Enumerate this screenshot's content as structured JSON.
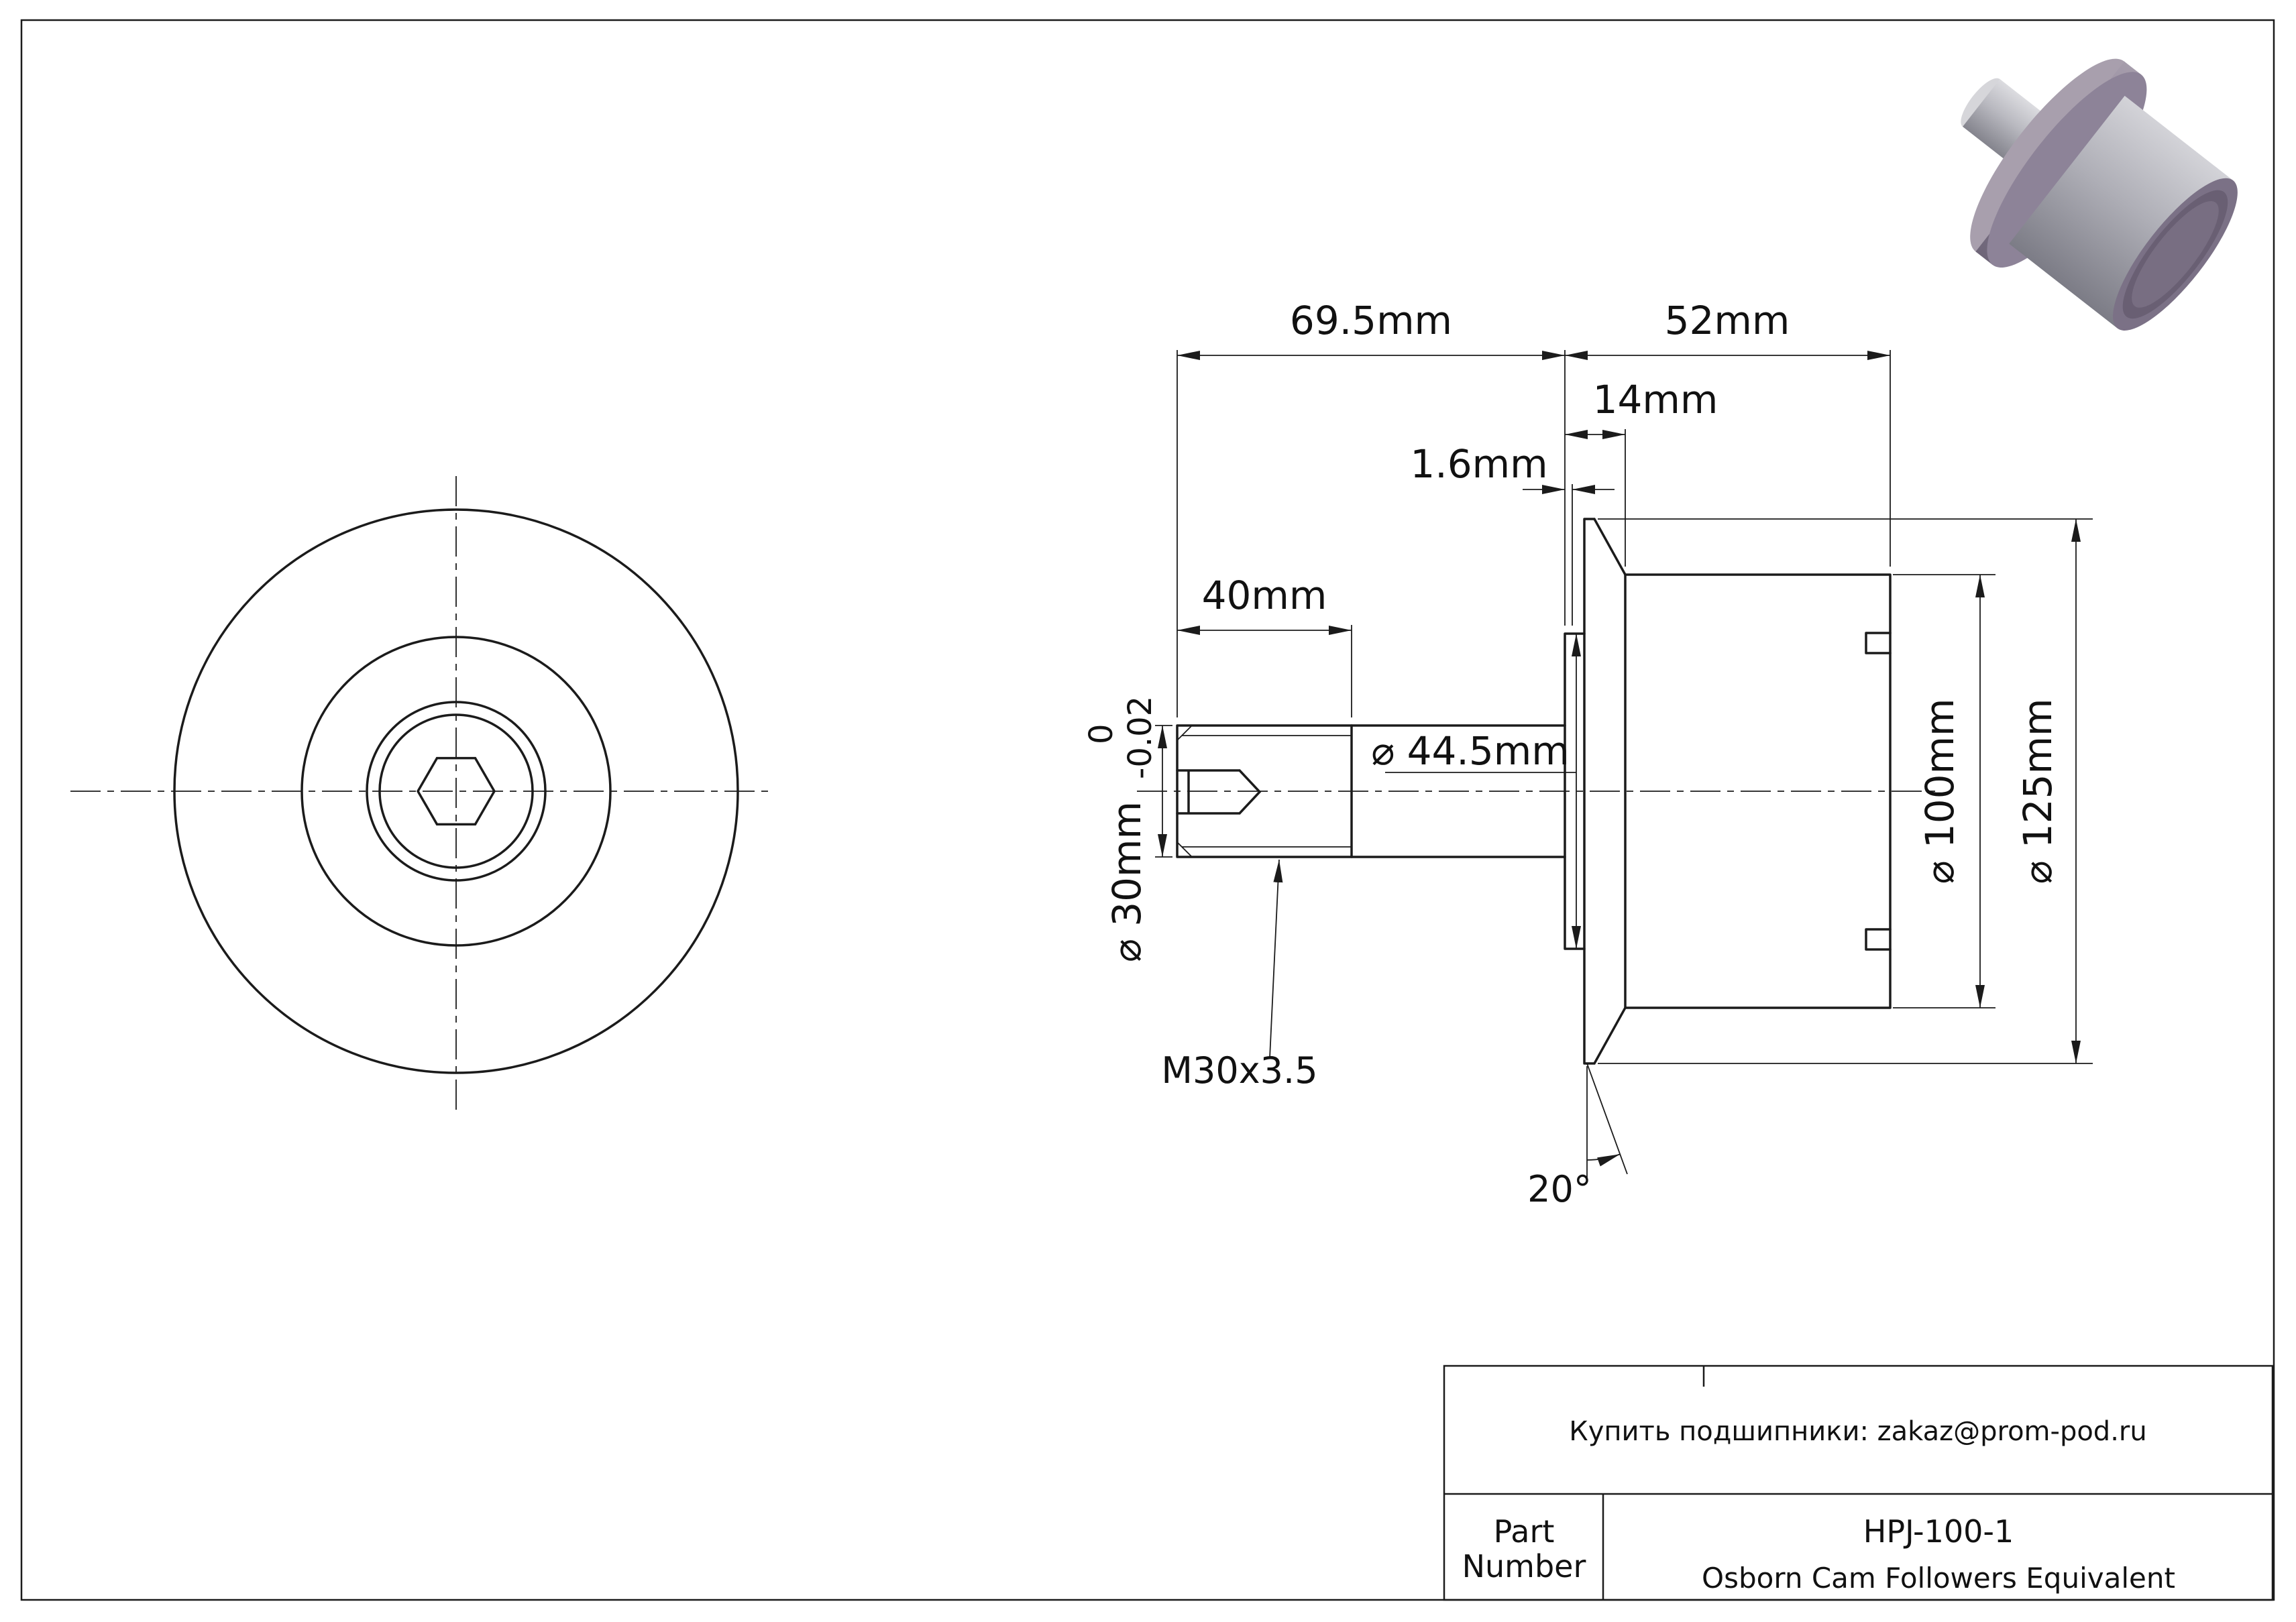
{
  "meta": {
    "background": "#ffffff",
    "line_color": "#1b1b1b"
  },
  "dimensions": {
    "stud_length": "69.5mm",
    "roller_width": "52mm",
    "flange_width": "14mm",
    "washer_offset": "1.6mm",
    "thread_length": "40mm",
    "stud_diameter": "⌀ 30mm",
    "stud_tolerance_upper": "0",
    "stud_tolerance_lower": "-0.02",
    "collar_diameter": "⌀ 44.5mm",
    "roller_diameter": "⌀ 100mm",
    "flange_diameter": "⌀ 125mm",
    "thread_spec": "M30x3.5",
    "chamfer_angle": "20°"
  },
  "render_colors": {
    "stud": "#c9c9cf",
    "flange": "#8d8398",
    "roller_body": "#b8b8bf",
    "roller_face": "#6f6579"
  },
  "title_block": {
    "contact": "Купить подшипники: zakaz@prom-pod.ru",
    "part_label_line1": "Part",
    "part_label_line2": "Number",
    "part_number": "HPJ-100-1",
    "description": "Osborn Cam Followers Equivalent"
  }
}
